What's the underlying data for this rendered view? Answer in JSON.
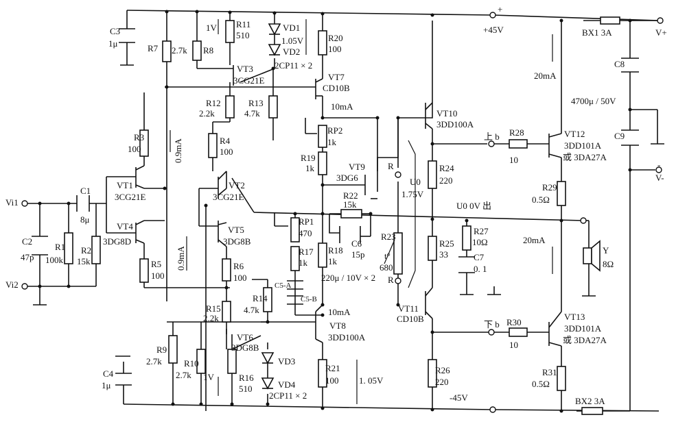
{
  "rails": {
    "pos_supply": "+45V",
    "neg_supply": "-45V",
    "plus": "+",
    "minus": "-",
    "out_pos": "V+",
    "out_neg": "V-",
    "fuse1": "BX1  3A",
    "fuse2": "BX2  3A"
  },
  "inputs": {
    "in1": "Vi1",
    "in2": "Vi2"
  },
  "transistors": [
    {
      "ref": "VT1",
      "type": "3CG21E"
    },
    {
      "ref": "VT2",
      "type": "3CG21E"
    },
    {
      "ref": "VT3",
      "type": "3CG21E"
    },
    {
      "ref": "VT4",
      "type": "3DG8D"
    },
    {
      "ref": "VT5",
      "type": "3DG8B"
    },
    {
      "ref": "VT6",
      "type": "3DG8B"
    },
    {
      "ref": "VT7",
      "type": "CD10B"
    },
    {
      "ref": "VT8",
      "type": "3DD100A"
    },
    {
      "ref": "VT9",
      "type": "3DG6"
    },
    {
      "ref": "VT10",
      "type": "3DD100A"
    },
    {
      "ref": "VT11",
      "type": "CD10B"
    },
    {
      "ref": "VT12",
      "type": "3DD101A",
      "alt": "或 3DA27A"
    },
    {
      "ref": "VT13",
      "type": "3DD101A",
      "alt": "或 3DA27A"
    }
  ],
  "resistors": [
    {
      "ref": "R1",
      "value": "100k"
    },
    {
      "ref": "R2",
      "value": "15k"
    },
    {
      "ref": "R3",
      "value": "100"
    },
    {
      "ref": "R4",
      "value": "100"
    },
    {
      "ref": "R5",
      "value": "100"
    },
    {
      "ref": "R6",
      "value": "100"
    },
    {
      "ref": "R7",
      "value": "2.7k"
    },
    {
      "ref": "R8",
      "value": ""
    },
    {
      "ref": "R9",
      "value": "2.7k"
    },
    {
      "ref": "R10",
      "value": "2.7k"
    },
    {
      "ref": "R11",
      "value": "510"
    },
    {
      "ref": "R12",
      "value": "2.2k"
    },
    {
      "ref": "R13",
      "value": "4.7k"
    },
    {
      "ref": "R14",
      "value": "4.7k"
    },
    {
      "ref": "R15",
      "value": "2.2k"
    },
    {
      "ref": "R16",
      "value": "510"
    },
    {
      "ref": "R17",
      "value": "1k"
    },
    {
      "ref": "R18",
      "value": "1k"
    },
    {
      "ref": "R19",
      "value": "1k"
    },
    {
      "ref": "R20",
      "value": "100"
    },
    {
      "ref": "R21",
      "value": "100"
    },
    {
      "ref": "R22",
      "value": "15k"
    },
    {
      "ref": "R23",
      "value": "680"
    },
    {
      "ref": "R24",
      "value": "220"
    },
    {
      "ref": "R25",
      "value": "33"
    },
    {
      "ref": "R26",
      "value": "220"
    },
    {
      "ref": "R27",
      "value": "10Ω"
    },
    {
      "ref": "R28",
      "value": "10"
    },
    {
      "ref": "R29",
      "value": "0.5Ω"
    },
    {
      "ref": "R30",
      "value": "10"
    },
    {
      "ref": "R31",
      "value": "0.5Ω"
    },
    {
      "ref": "RP1",
      "value": "470"
    },
    {
      "ref": "RP2",
      "value": "1k"
    }
  ],
  "capacitors": [
    {
      "ref": "C1",
      "value": "8μ"
    },
    {
      "ref": "C2",
      "value": "47p"
    },
    {
      "ref": "C3",
      "value": "1μ"
    },
    {
      "ref": "C4",
      "value": "1μ"
    },
    {
      "ref": "C5-A",
      "value": ""
    },
    {
      "ref": "C5-B",
      "value": "220μ / 10V × 2"
    },
    {
      "ref": "C6",
      "value": "15p"
    },
    {
      "ref": "C7",
      "value": "0. 1"
    },
    {
      "ref": "C8",
      "value": "4700μ / 50V"
    },
    {
      "ref": "C9",
      "value": ""
    }
  ],
  "diodes": [
    {
      "ref": "VD1",
      "value": ""
    },
    {
      "ref": "VD2",
      "value": "2CP11 × 2"
    },
    {
      "ref": "VD3",
      "value": ""
    },
    {
      "ref": "VD4",
      "value": "2CP11 × 2"
    }
  ],
  "annotations": {
    "v1_top": "1V",
    "v1_bot": "1V",
    "v105_top": "1.05V",
    "v105_bot": "1. 05V",
    "ma09_a": "0.9mA",
    "ma09_b": "0.9mA",
    "ma10_a": "10mA",
    "ma10_b": "10mA",
    "ma20_a": "20mA",
    "ma20_b": "20mA",
    "uo": "U0",
    "uo_v": "1.75V",
    "r_up": "R",
    "r_dn": "R",
    "t_sym": "t°",
    "out_label": "U0 0V 出",
    "up_b": "上 b",
    "down_b": "下 b",
    "speaker": "Y",
    "speaker_ohm": "8Ω"
  }
}
